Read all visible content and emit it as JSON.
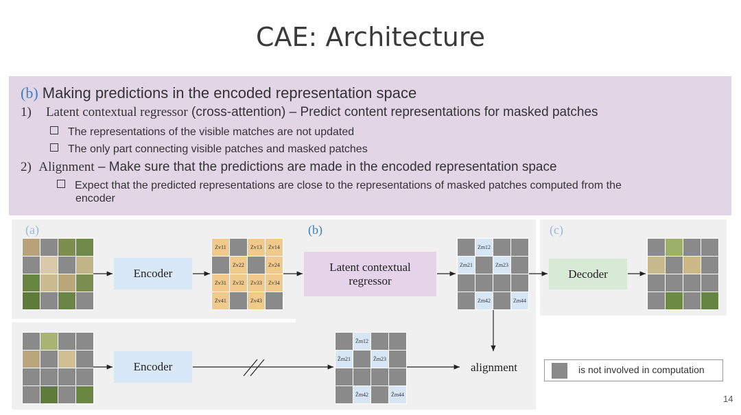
{
  "title": "CAE: Architecture",
  "text": {
    "heading_prefix": "(b)",
    "heading": "Making predictions in the encoded representation space",
    "item1_num": "1)",
    "item1_serif": "Latent contextual regressor",
    "item1_rest": "(cross-attention) – Predict content representations for masked patches",
    "bullet1": "The representations of the visible matches are not updated",
    "bullet2": "The only part connecting visible patches and masked patches",
    "item2_num": "2)",
    "item2_serif": "Alignment",
    "item2_rest": "– Make sure that the predictions are made in the encoded representation space",
    "bullet3_line1": "Expect that the predicted representations are close to the representations of masked patches computed from the",
    "bullet3_line2": "encoder"
  },
  "diagram": {
    "panel_a": "(a)",
    "panel_b": "(b)",
    "panel_c": "(c)",
    "encoder_top": "Encoder",
    "encoder_bottom": "Encoder",
    "regressor": "Latent contextual regressor",
    "decoder": "Decoder",
    "alignment": "alignment",
    "legend": "is not involved in computation",
    "zv": [
      "Zv11",
      "Zv13",
      "Zv14",
      "Zv22",
      "Zv24",
      "Zv31",
      "Zv32",
      "Zv33",
      "Zv34",
      "Zv41",
      "Zv43"
    ],
    "zm": [
      "Zm12",
      "Zm21",
      "Zm23",
      "Zm42",
      "Zm44"
    ],
    "zm_bar": [
      "Z̄m12",
      "Z̄m21",
      "Z̄m23",
      "Z̄m42",
      "Z̄m44"
    ]
  },
  "colors": {
    "text_box": "#e2d5e6",
    "encoder": "#d9e8f7",
    "regressor": "#e4d3e9",
    "decoder": "#d7ead6",
    "visible_token": "#f1c98b",
    "masked_token": "#d7e6f5",
    "masked_patch": "#8a8a8a"
  },
  "page_number": "14"
}
